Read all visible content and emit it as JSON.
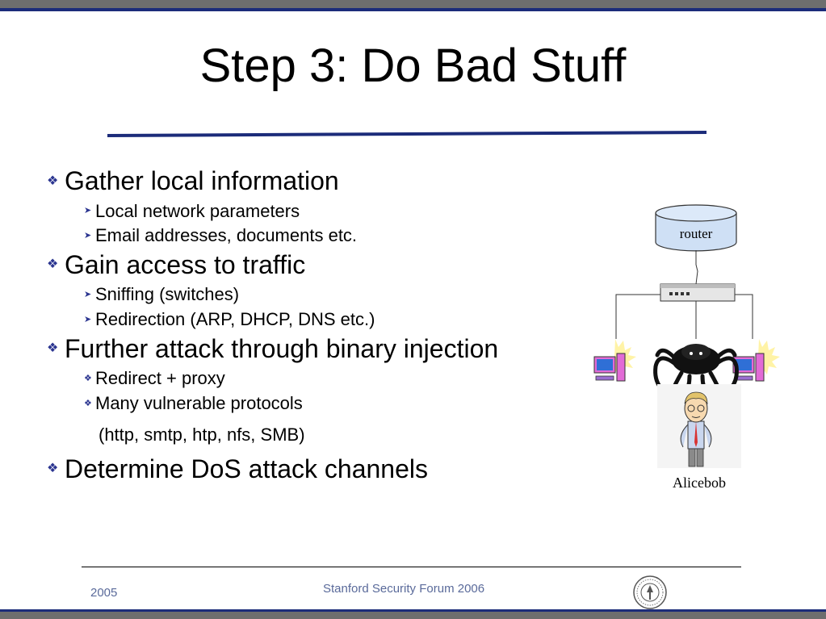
{
  "slide": {
    "title": "Step 3: Do Bad Stuff",
    "bullets": [
      {
        "text": "Gather local information",
        "subs": [
          "Local network parameters",
          "Email addresses, documents etc."
        ],
        "sub_marker": "arrow"
      },
      {
        "text": "Gain access to traffic",
        "subs": [
          "Sniffing (switches)",
          "Redirection (ARP, DHCP, DNS etc.)"
        ],
        "sub_marker": "arrow"
      },
      {
        "text": "Further attack through binary injection",
        "subs": [
          "Redirect + proxy",
          "Many vulnerable protocols"
        ],
        "sub_marker": "diamond",
        "continuation": "(http, smtp, htp, nfs, SMB)"
      },
      {
        "text": "Determine DoS attack channels"
      }
    ]
  },
  "diagram": {
    "router_label": "router",
    "person_label": "Alicebob",
    "icons": [
      "router-database-icon",
      "network-switch-icon",
      "computer-icon",
      "spider-icon",
      "person-icon"
    ]
  },
  "footer": {
    "year": "2005",
    "center": "Stanford Security Forum 2006",
    "seal_icon": "stanford-seal-icon"
  },
  "colors": {
    "bar_gray": "#6e6e6e",
    "bar_blue": "#1c2c7a",
    "bullet_blue": "#2b3590",
    "router_fill": "#cfe0f5",
    "footer_text": "#5a6a9a"
  }
}
